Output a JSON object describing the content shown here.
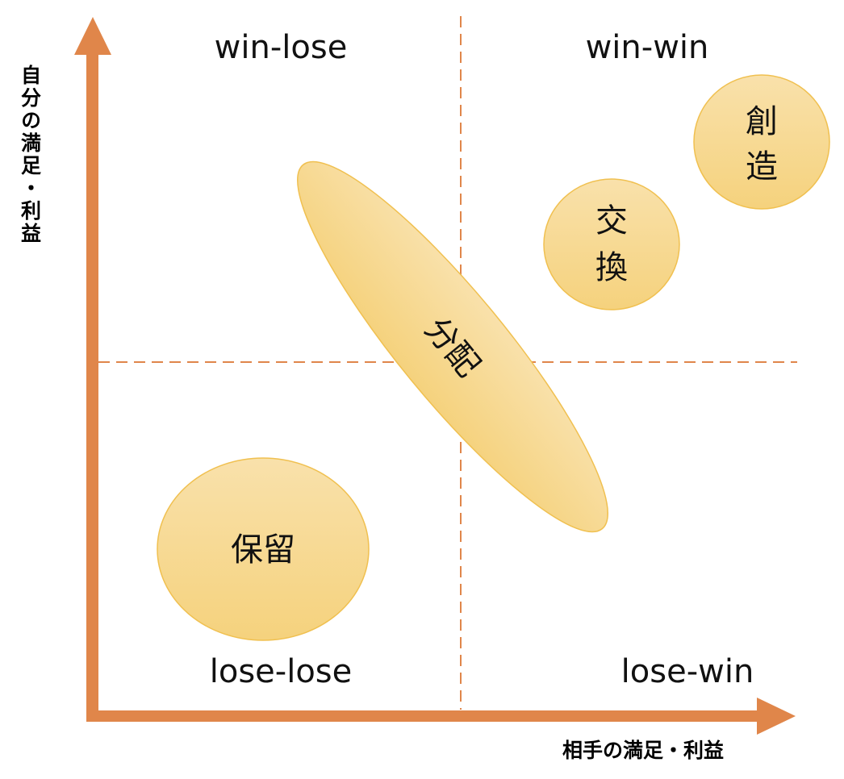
{
  "diagram": {
    "y_axis_label": "自分の満足・利益",
    "x_axis_label": "相手の満足・利益",
    "quadrants": {
      "top_left": "win-lose",
      "top_right": "win-win",
      "bottom_left": "lose-lose",
      "bottom_right": "lose-win"
    },
    "strategies": {
      "reserve": "保留",
      "distribution": "分配",
      "exchange_1": "交",
      "exchange_2": "換",
      "creation_1": "創",
      "creation_2": "造"
    },
    "colors": {
      "axis": "#E0864A",
      "shape_fill_top": "#F9E1AB",
      "shape_fill_bottom": "#F5D27D",
      "shape_stroke": "#F0C050"
    }
  }
}
